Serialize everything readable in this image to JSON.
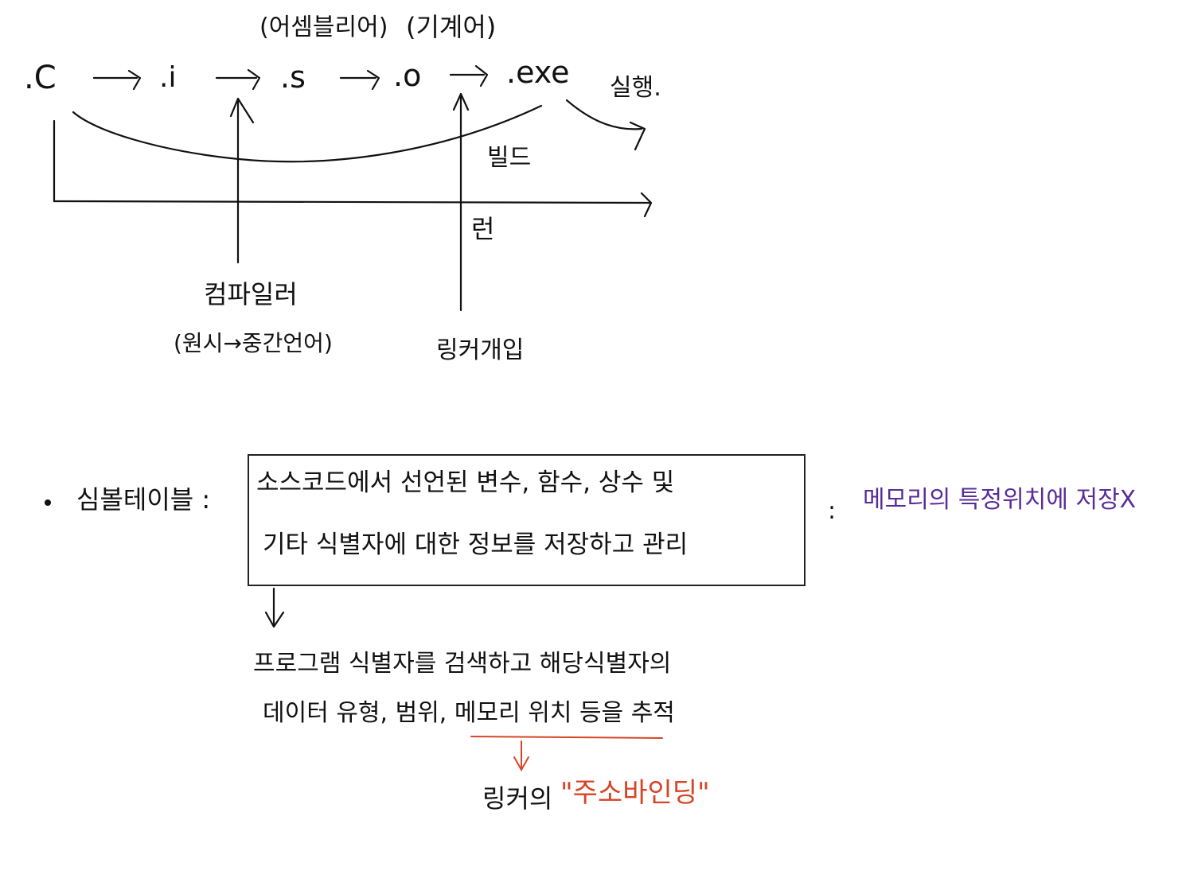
{
  "pipeline": {
    "assembly_label": "(어셈블리어)",
    "machine_label": "(기계어)",
    "stages": [
      ".C",
      ".i",
      ".s",
      ".o",
      ".exe"
    ],
    "execute_label": "실행.",
    "build_label": "빌드",
    "run_label": "런",
    "compiler_label": "컴파일러",
    "compiler_note": "(원시→중간언어)",
    "linker_label": "링커개입"
  },
  "symbol_table": {
    "bullet": "•",
    "title": "심볼테이블 :",
    "box_line1": "소스코드에서 선언된 변수, 함수, 상수 및",
    "box_line2": "기타 식별자에 대한 정보를 저장하고 관리",
    "side_prefix": ":",
    "side_note": "메모리의 특정위치에 저장X",
    "down_arrow": "↓",
    "desc_line1": "프로그램 식별자를 검색하고 해당식별자의",
    "desc_line2": "데이터 유형, 범위, 메모리 위치 등을 추적",
    "red_arrow": "↓",
    "linker_prefix": "링커의",
    "linker_binding": "\"주소바인딩\""
  },
  "colors": {
    "ink": "#111111",
    "purple": "#5a2c98",
    "red": "#d64527"
  }
}
